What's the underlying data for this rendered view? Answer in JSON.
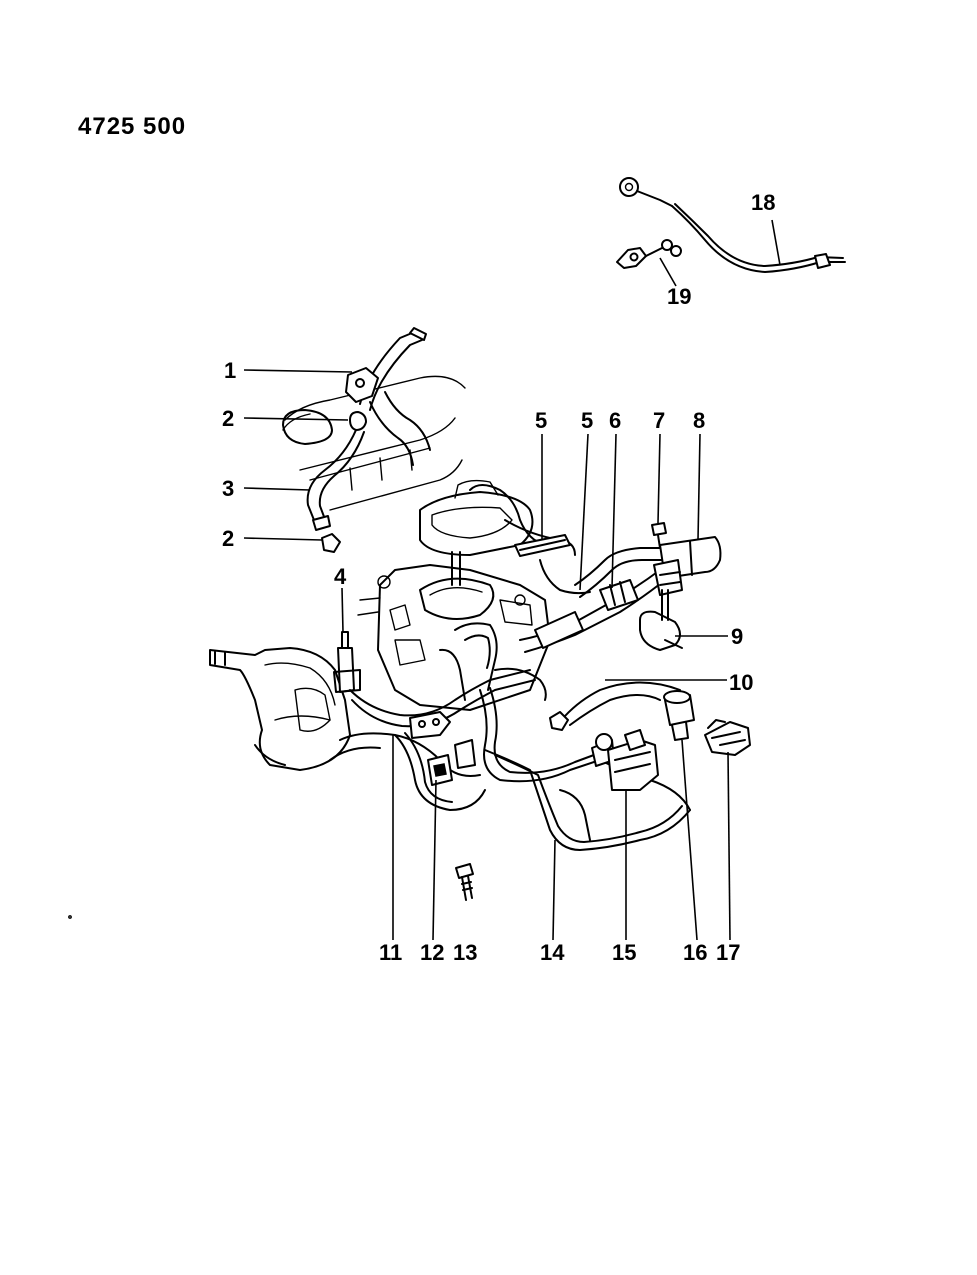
{
  "diagram_number": "4725 500",
  "parts": [
    {
      "id": "1",
      "label": "1"
    },
    {
      "id": "2a",
      "label": "2"
    },
    {
      "id": "3",
      "label": "3"
    },
    {
      "id": "2b",
      "label": "2"
    },
    {
      "id": "4",
      "label": "4"
    },
    {
      "id": "5a",
      "label": "5"
    },
    {
      "id": "5b",
      "label": "5"
    },
    {
      "id": "6",
      "label": "6"
    },
    {
      "id": "7",
      "label": "7"
    },
    {
      "id": "8",
      "label": "8"
    },
    {
      "id": "9",
      "label": "9"
    },
    {
      "id": "10",
      "label": "10"
    },
    {
      "id": "11",
      "label": "11"
    },
    {
      "id": "12",
      "label": "12"
    },
    {
      "id": "13",
      "label": "13"
    },
    {
      "id": "14",
      "label": "14"
    },
    {
      "id": "15",
      "label": "15"
    },
    {
      "id": "16",
      "label": "16"
    },
    {
      "id": "17",
      "label": "17"
    },
    {
      "id": "18",
      "label": "18"
    },
    {
      "id": "19",
      "label": "19"
    }
  ]
}
